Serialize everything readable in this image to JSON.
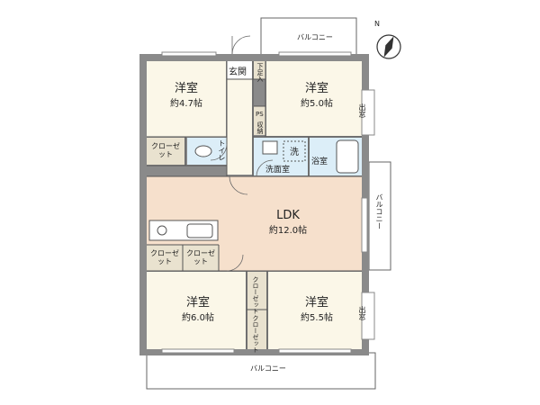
{
  "rooms": {
    "western_nw": {
      "name": "洋室",
      "area": "約4.7帖"
    },
    "western_ne": {
      "name": "洋室",
      "area": "約5.0帖"
    },
    "ldk": {
      "name": "LDK",
      "area": "約12.0帖"
    },
    "western_sw": {
      "name": "洋室",
      "area": "約6.0帖"
    },
    "western_se": {
      "name": "洋室",
      "area": "約5.5帖"
    }
  },
  "labels": {
    "entrance": "玄関",
    "shoe_storage": "下足入",
    "ps": "PS",
    "storage": "収納",
    "toilet": "トイレ",
    "wash": "洗",
    "washroom": "洗面室",
    "bathroom": "浴室",
    "bay_window_top": "出窓",
    "bay_window_bottom": "出窓",
    "closet_nw": "クローゼット",
    "closet_ldk_1": "クローゼット",
    "closet_ldk_2": "クローゼット",
    "closet_s_1": "クローゼット",
    "closet_s_2": "クローゼット"
  },
  "balconies": {
    "top": "バルコニー",
    "right": "バルコニー",
    "bottom": "バルコニー"
  },
  "compass": {
    "letter": "N"
  },
  "colors": {
    "wall": "#8a8a8a",
    "floor": "#fbf7e8",
    "ldk_floor": "#f6e0cc",
    "wet_area": "#dceef8",
    "closet": "#e9e2cf",
    "line": "#555555"
  }
}
